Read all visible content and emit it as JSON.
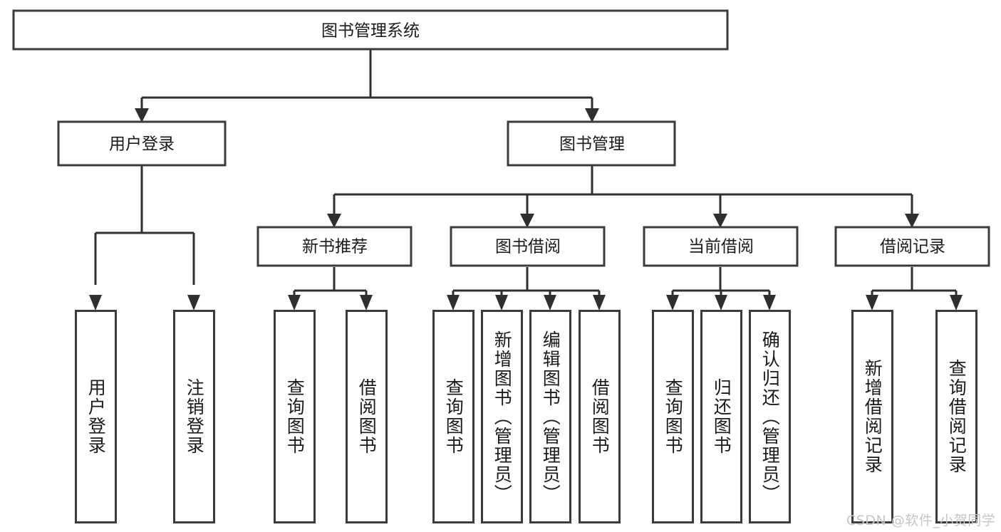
{
  "diagram": {
    "type": "tree-hierarchy",
    "title": "图书管理系统",
    "orientation": "top-down",
    "colors": {
      "box_border": "#3b3b3b",
      "connector": "#2f2f2f",
      "text": "#1a1a1a",
      "background": "#ffffff",
      "watermark": "#c6c6c6"
    },
    "root": {
      "label": "图书管理系统"
    },
    "level2": [
      {
        "label": "用户登录"
      },
      {
        "label": "图书管理"
      }
    ],
    "level3": [
      {
        "label": "新书推荐"
      },
      {
        "label": "图书借阅"
      },
      {
        "label": "当前借阅"
      },
      {
        "label": "借阅记录"
      }
    ],
    "leaves": {
      "user_login": [
        {
          "label": "用户登录"
        },
        {
          "label": "注销登录"
        }
      ],
      "new_book_recommend": [
        {
          "label": "查询图书"
        },
        {
          "label": "借阅图书"
        }
      ],
      "book_borrow": [
        {
          "label": "查询图书"
        },
        {
          "label": "新增图书（管理员）"
        },
        {
          "label": "编辑图书（管理员）"
        },
        {
          "label": "借阅图书"
        }
      ],
      "current_borrow": [
        {
          "label": "查询图书"
        },
        {
          "label": "归还图书"
        },
        {
          "label": "确认归还（管理员）"
        }
      ],
      "borrow_record": [
        {
          "label": "新增借阅记录"
        },
        {
          "label": "查询借阅记录"
        }
      ]
    }
  },
  "watermark": {
    "text": "CSDN @软件_小贺同学"
  }
}
